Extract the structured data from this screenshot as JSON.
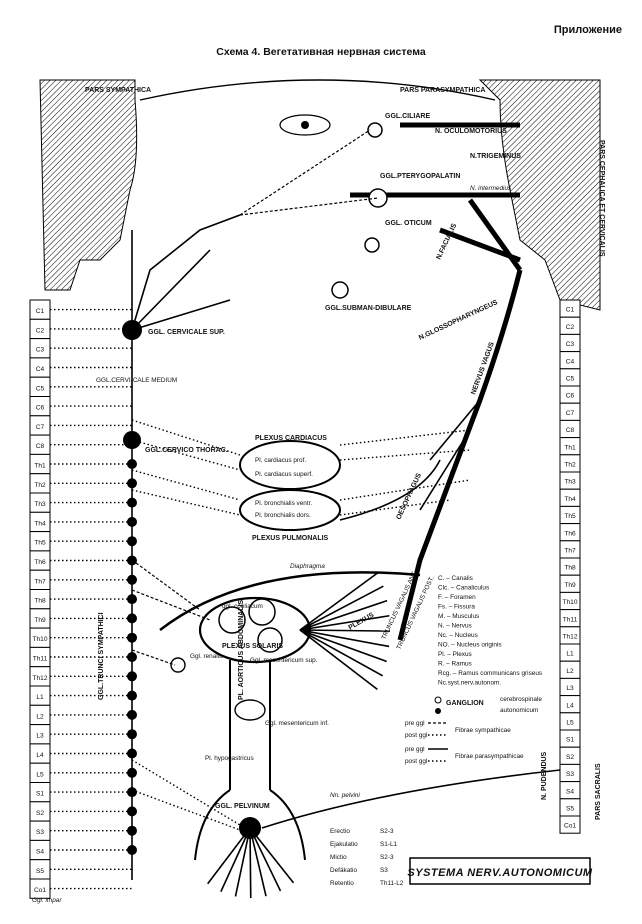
{
  "header": {
    "appendix": "Приложение",
    "title": "Схема 4. Вегетативная нервная система"
  },
  "diagram": {
    "pars_sympathica": "PARS SYMPATHICA",
    "pars_parasympathica": "PARS PARASYMPATHICA",
    "pars_cephalica": "PARS CEPHALICA ET CERVICALIS",
    "pars_sacralis": "PARS SACRALIS",
    "systema": "SYSTEMA NERV.AUTONOMICUM",
    "segments_left": [
      "C1",
      "C2",
      "C3",
      "C4",
      "C5",
      "C6",
      "C7",
      "C8",
      "Th1",
      "Th2",
      "Th3",
      "Th4",
      "Th5",
      "Th6",
      "Th7",
      "Th8",
      "Th9",
      "Th10",
      "Th11",
      "Th12",
      "L1",
      "L2",
      "L3",
      "L4",
      "L5",
      "S1",
      "S2",
      "S3",
      "S4",
      "S5",
      "Co1"
    ],
    "segments_right": [
      "C1",
      "C2",
      "C3",
      "C4",
      "C5",
      "C6",
      "C7",
      "C8",
      "Th1",
      "Th2",
      "Th3",
      "Th4",
      "Th5",
      "Th6",
      "Th7",
      "Th8",
      "Th9",
      "Th10",
      "Th11",
      "Th12",
      "L1",
      "L2",
      "L3",
      "L4",
      "L5",
      "S1",
      "S2",
      "S3",
      "S4",
      "S5",
      "Co1"
    ],
    "labels": {
      "ggl_ciliare": "GGL.CILIARE",
      "n_oculomotorius": "N. OCULOMOTORIUS",
      "n_trigeminus": "N.TRIGEMINUS",
      "ggl_pterygopalatinum": "GGL.PTERYGOPALATIN",
      "n_facialis": "N.FACIALIS",
      "n_intermedius": "N. intermedius",
      "ggl_oticum": "GGL. OTICUM",
      "ggl_submandibulare": "GGL.SUBMAN-DIBULARE",
      "n_glossopharyngeus": "N.GLOSSOPHARYNGEUS",
      "n_vagus": "NERVUS VAGUS",
      "ggl_cervicale_sup": "GGL. CERVICALE SUP.",
      "ggl_cervicale_medium": "GGL.CERVI-CALE MEDIUM",
      "ggl_cervicothoracicum": "GGL.CERVICO THORAC.",
      "plexus_cardiacus": "PLEXUS CARDIACUS",
      "plexus_pulmonalis": "PLEXUS PULMONALIS",
      "pl_cardiacus_prof": "Pl. cardiacus prof.",
      "pl_cardiacus_superf": "Pl. cardiacus superf.",
      "pl_bronchialis_ventr": "Pl. bronchialis ventr.",
      "pl_bronchialis_dors": "Pl. bronchialis dors.",
      "diaphragma": "Diaphragma",
      "plexus_solaris": "PLEXUS SOLARIS",
      "ggl_coeliacum": "ggl. coeliacum",
      "ggl_mesentericum_sup": "Ggl. mesentericum sup.",
      "ggl_renalia": "Ggl. renalia",
      "ggl_mesentericum_inf": "Ggl. mesentericum inf.",
      "pl_aorticus_abdominalis": "PL. AORTICUS ABDOMINALIS",
      "pl_hypogastricus": "Pl. hypogastricus",
      "ggl_pelvinum": "GGL. PELVINUM",
      "nn_pelvini": "Nn. pelvini",
      "ggl_impar": "Ggl. impar",
      "trunci_sympathici": "GGL.TRUNCI SYMPATHICI",
      "truncus_vagalis_ant": "TRUNCUS VAGALIS ANT.",
      "truncus_vagalis_post": "TRUNCUS VAGALIS POST.",
      "oesophagus": "OESOPHAGUS",
      "plexus_caeliacus": "PLEXUS",
      "n_pudendus": "N. PUDENDUS",
      "erectio": "Erectio",
      "ejakulatio": "Ejakulatio",
      "mictio": "Mictio",
      "defakatio": "Defäkatio",
      "retentio": "Retentio"
    },
    "reflex_segments": {
      "erectio": "S2-3",
      "ejakulatio": "S1-L1",
      "mictio": "S2-3",
      "defakatio": "S3",
      "retentio": "Th11-L2"
    },
    "legend": [
      "C. – Canalis",
      "Clc. – Canaliculus",
      "F. – Foramen",
      "Fs. – Fissura",
      "M. – Musculus",
      "N. – Nervus",
      "Nc. – Nucleus",
      "NO. – Nucleus originis",
      "Pl. – Plexus",
      "R. – Ramus",
      "Rcg. – Ramus communicans griseus",
      "Nc.syst.nerv.autonom."
    ],
    "legend_ganglion": "GANGLION",
    "legend_ganglion_types": [
      "cerebrospinale",
      "autonomicum"
    ],
    "legend_fibres": [
      "Fibrae sympathicae",
      "Fibrae parasympathicae"
    ],
    "legend_fibre_keys": [
      "pre ggl",
      "post ggl",
      "pre ggl",
      "post ggl"
    ]
  }
}
